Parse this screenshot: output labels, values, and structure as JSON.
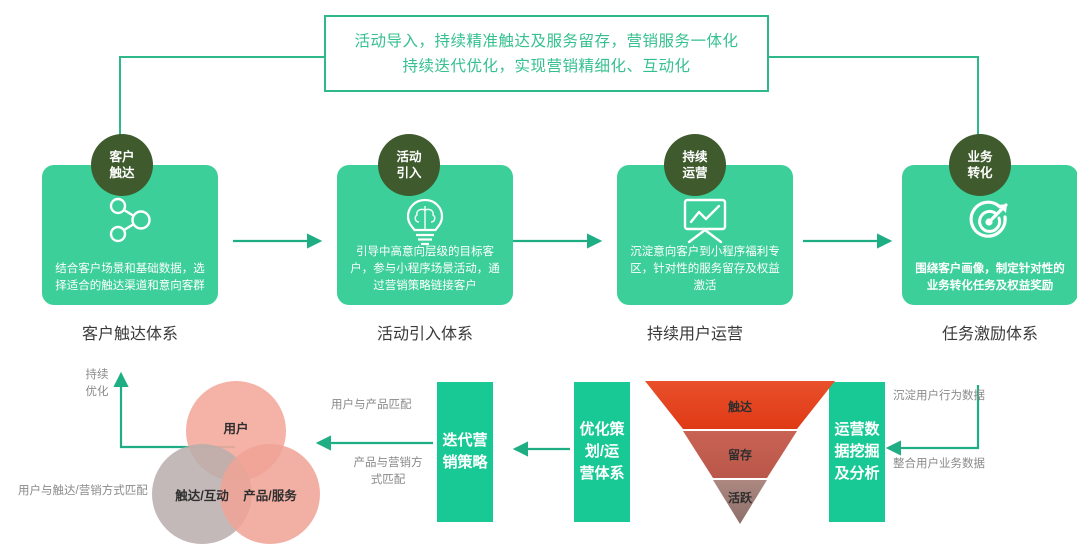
{
  "banner": {
    "line1": "活动导入，持续精准触达及服务留存，营销服务一体化",
    "line2": "持续迭代优化，实现营销精细化、互动化",
    "border_color": "#2fb88a",
    "text_color": "#35c08f"
  },
  "theme": {
    "card_green": "#3ccf9a",
    "bar_green": "#19c995",
    "badge_olive": "#3f5b2d",
    "arrow_green": "#1fae84",
    "annotation_gray": "#8a8a8a"
  },
  "stages": [
    {
      "badge": {
        "l1": "客户",
        "l2": "触达"
      },
      "icon": "share-nodes-icon",
      "desc": "结合客户场景和基础数据，选择适合的触达渠道和意向客群",
      "title": "客户触达体系"
    },
    {
      "badge": {
        "l1": "活动",
        "l2": "引入"
      },
      "icon": "lightbulb-brain-icon",
      "desc": "引导中高意向层级的目标客户，参与小程序场景活动，通过营销策略链接客户",
      "title": "活动引入体系"
    },
    {
      "badge": {
        "l1": "持续",
        "l2": "运营"
      },
      "icon": "presentation-chart-icon",
      "desc": "沉淀意向客户到小程序福利专区，针对性的服务留存及权益激活",
      "title": "持续用户运营"
    },
    {
      "badge": {
        "l1": "业务",
        "l2": "转化"
      },
      "icon": "target-arrow-icon",
      "desc": "围绕客户画像，制定针对性的业务转化任务及权益奖励",
      "title": "任务激励体系"
    }
  ],
  "loop": {
    "optimize_label_l1": "持续",
    "optimize_label_l2": "优化",
    "venn": {
      "top": {
        "label": "用户",
        "color": "#f4aa9c"
      },
      "left": {
        "label": "触达/互动",
        "color": "#b9adac"
      },
      "right": {
        "label": "产品/服务",
        "color": "#f0a396"
      }
    },
    "annotations": {
      "left_of_venn": "用户与触达/营销方式匹配",
      "user_product_match": "用户与产品匹配",
      "product_marketing_match_l1": "产品与营销方",
      "product_marketing_match_l2": "式匹配",
      "behavior_data": "沉淀用户行为数据",
      "business_data": "整合用户业务数据"
    },
    "bars": [
      {
        "name": "iteration-strategy-bar",
        "l1": "迭代营",
        "l2": "销策略"
      },
      {
        "name": "planning-ops-bar",
        "l1": "优化策",
        "l2": "划/运",
        "l3": "营体系"
      },
      {
        "name": "data-mining-bar",
        "l1": "运营数",
        "l2": "据挖掘",
        "l3": "及分析"
      }
    ],
    "funnel": {
      "segments": [
        {
          "label": "触达",
          "color_top": "#e8502b",
          "color_bottom": "#e03a16"
        },
        {
          "label": "留存",
          "color_top": "#c96354",
          "color_bottom": "#b9574a"
        },
        {
          "label": "活跃",
          "color_top": "#ac8880",
          "color_bottom": "#8d6f6a"
        }
      ]
    }
  }
}
